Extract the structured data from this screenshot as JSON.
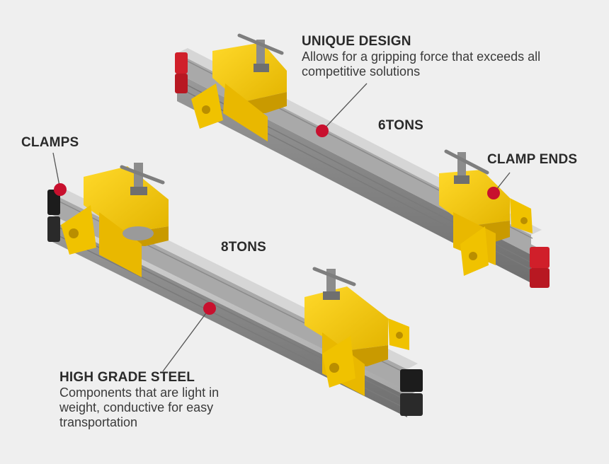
{
  "callouts": {
    "unique_design": {
      "title": "UNIQUE DESIGN",
      "description": "Allows for a gripping force that exceeds all competitive solutions"
    },
    "clamps": {
      "title": "CLAMPS"
    },
    "clamp_ends": {
      "title": "CLAMP ENDS"
    },
    "high_grade_steel": {
      "title": "HIGH GRADE STEEL",
      "description": "Components that are light in weight, conductive for easy transportation"
    }
  },
  "products": {
    "upper_capacity": "6TONS",
    "lower_capacity": "8TONS"
  },
  "colors": {
    "clamp_yellow": "#f5c818",
    "clamp_shadow": "#c99a00",
    "steel_light": "#c8c8c8",
    "steel_dark": "#8c8c8c",
    "marker_red": "#c8102e",
    "end_cap_red": "#d01f2a",
    "end_cap_black": "#1c1c1c"
  }
}
